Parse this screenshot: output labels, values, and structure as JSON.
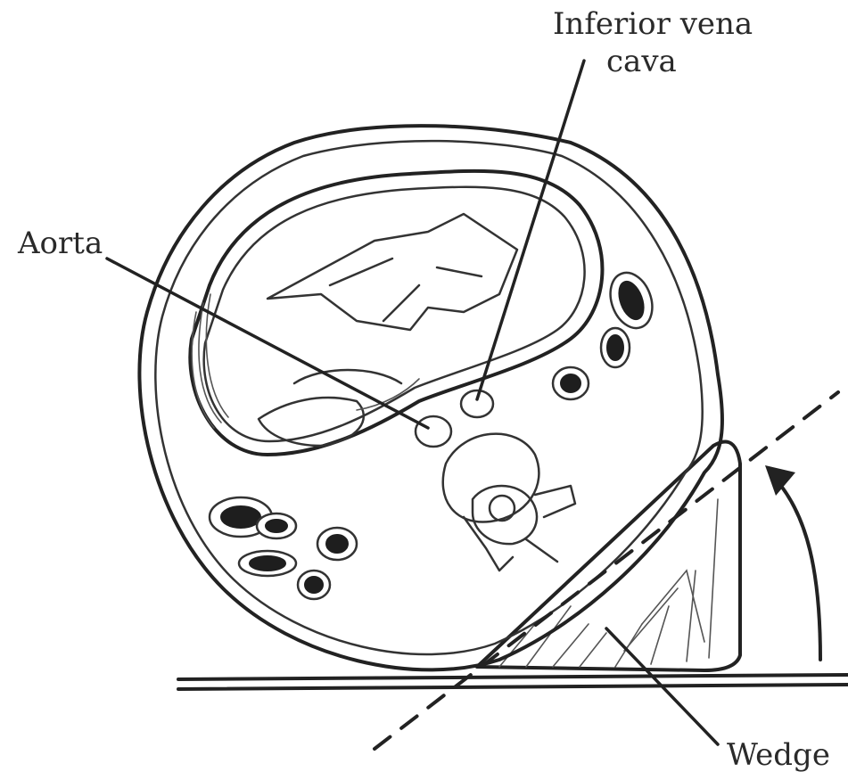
{
  "labels": {
    "inferior_vena_cava_line1": "Inferior vena",
    "inferior_vena_cava_line2": "cava",
    "aorta": "Aorta",
    "wedge": "Wedge"
  }
}
